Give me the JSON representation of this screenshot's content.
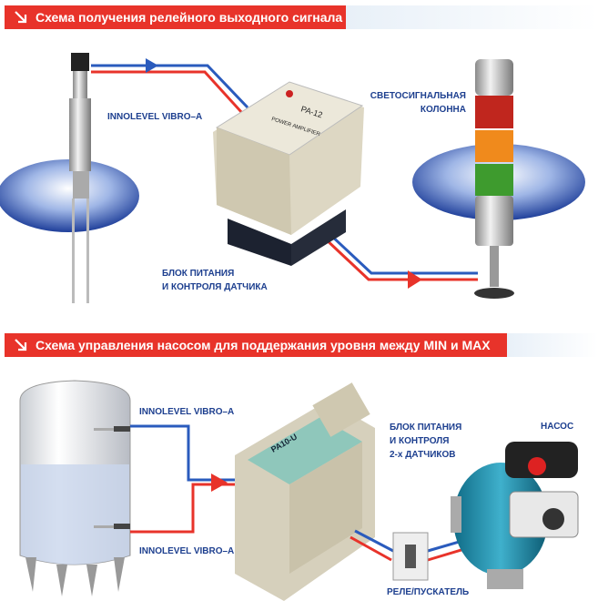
{
  "section1": {
    "title": "Схема получения релейного выходного сигнала",
    "sensor_label": "INNOLEVEL VIBRO–A",
    "tower_label_line1": "СВЕТОСИГНАЛЬНАЯ",
    "tower_label_line2": "КОЛОННА",
    "unit_label_line1": "БЛОК ПИТАНИЯ",
    "unit_label_line2": "И КОНТРОЛЯ ДАТЧИКА",
    "unit_model": "PA-12",
    "unit_subtitle": "POWER AMPLIFIER"
  },
  "section2": {
    "title": "Схема управления насосом для поддержания уровня между MIN и MAX",
    "sensor_top_label": "INNOLEVEL VIBRO–A",
    "sensor_bottom_label": "INNOLEVEL VIBRO–A",
    "unit_label_line1": "БЛОК ПИТАНИЯ",
    "unit_label_line2": "И КОНТРОЛЯ",
    "unit_label_line3": "2-х ДАТЧИКОВ",
    "unit_model": "PA10-U",
    "pump_label": "НАСОС",
    "relay_label": "РЕЛЕ/ПУСКАТЕЛЬ"
  },
  "colors": {
    "header": "#e8332a",
    "label": "#1d3f8f",
    "wire_red": "#e8332a",
    "wire_blue": "#2a5bbd"
  }
}
